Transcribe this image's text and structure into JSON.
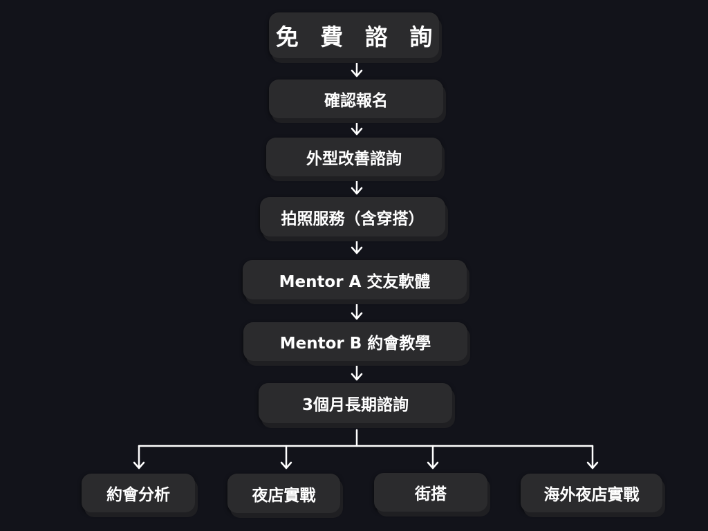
{
  "diagram": {
    "title": "免 費 諮 詢",
    "steps": [
      "確認報名",
      "外型改善諮詢",
      "拍照服務（含穿搭）",
      "Mentor A 交友軟體",
      "Mentor B 約會教學",
      "3個月長期諮詢"
    ],
    "branches": [
      "約會分析",
      "夜店實戰",
      "街搭",
      "海外夜店實戰"
    ],
    "colors": {
      "background": "#12131a",
      "node_fill": "#2b2b2d",
      "connector": "#ffffff",
      "text": "#ffffff"
    }
  }
}
